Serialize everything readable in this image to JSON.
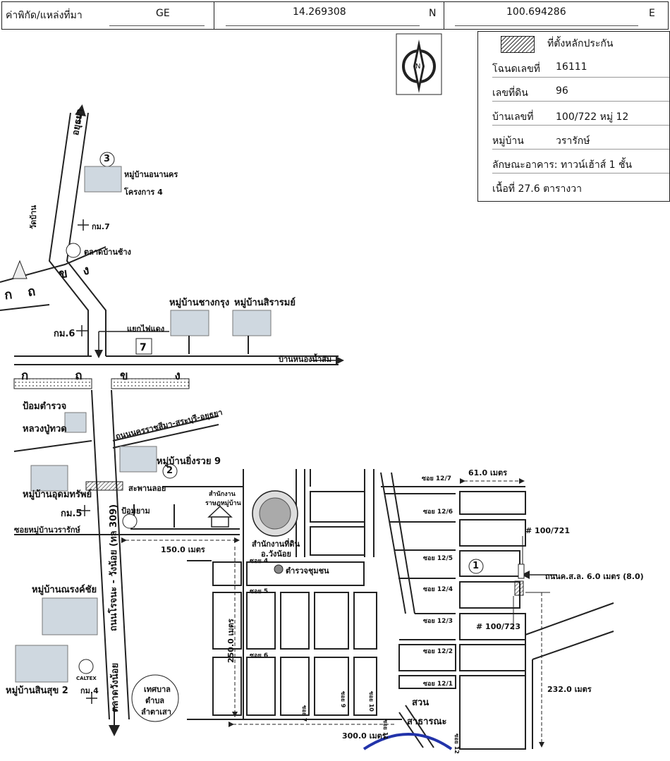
{
  "header": {
    "coord_label": "ค่าพิกัด/แหล่งที่มา",
    "source": "GE",
    "lat": "14.269308",
    "lat_dir": "N",
    "lon": "100.694286",
    "lon_dir": "E"
  },
  "info": {
    "legend_label": "ที่ตั้งหลักประกัน",
    "deed_label": "โฉนดเลขที่",
    "deed": "16111",
    "land_no_label": "เลขที่ดิน",
    "land_no": "96",
    "house_no_label": "บ้านเลขที่",
    "house_no": "100/722 หมู่ 12",
    "village_label": "หมู่บ้าน",
    "village": "วรารักษ์",
    "building_type": "ลักษณะอาคาร: ทาวน์เฮ้าส์ 1 ชั้น",
    "area": "เนื้อที่ 27.6 ตารางวา"
  },
  "compass": {
    "label": "N"
  },
  "map_labels": {
    "ayutthaya": "อยุธยา",
    "wat_ban": "วัดบ้าน",
    "num3": "3",
    "village_anankorn": "หมู่บ้านอนานคร",
    "project4": "โครงการ 4",
    "km7": "กม.7",
    "market_chang": "ตลาดบ้านช้าง",
    "km6": "กม.6",
    "traffic_light": "แยกไฟแดง",
    "village_bangkrung": "หมู่บ้านชางกรุง",
    "village_siraram": "หมู่บ้านสิรารมย์",
    "ban_nong": "บ้านหนองน้ำส้ม",
    "ka_left": "ก  ถ",
    "ka_right": "ข  ง",
    "police_box": "ป้อมตำรวจ",
    "luangpu": "หลวงปู่ทวด",
    "road_nakhon": "ถนนนครราชสีมา-สระบุรี-อยุธยา",
    "village_ying": "หมู่บ้านยิ่งรวย 9",
    "num2": "2",
    "village_udom": "หมู่บ้านอุดมทรัพย์",
    "bridge": "สะพานลอย",
    "office_village": "สำนักงาน",
    "office_village2": "ราษฎหมู่บ้าน",
    "km5": "กม.5",
    "pom_yam": "ป้อมยาม",
    "soi_warrarak": "ซอยหมู่บ้านวรารักษ์",
    "dist150": "150.0 เมตร",
    "land_office": "สำนักงานที่ดิน",
    "land_office2": "อ.วังน้อย",
    "soi4": "ซอย 4",
    "police_chumchon": "ตำรวจชุมชน",
    "soi5": "ซอย 5",
    "soi6": "ซอย 6",
    "dist250": "250.0 เมตร",
    "main_road": "ถนนโรจนะ - วังน้อย (ทล 309)",
    "village_narongchai": "หมู่บ้านณรงค์ชัย",
    "village_sinsuk": "หมู่บ้านสินสุข 2",
    "caltex": "CALTEX",
    "km4": "กม.4",
    "municipality": "เทศบาล",
    "municipality2": "ตำบล",
    "municipality3": "ลำตาเสา",
    "wangnoi_market": "ตลาดวังน้อย",
    "soi7": "ซอย 7",
    "soi9": "ซอย 9",
    "soi10": "ซอย 10",
    "soi11": "ซอย 11",
    "dist300": "300.0 เมตร",
    "park": "สวน",
    "park2": "สาธารณะ",
    "soi12_7": "ซอย 12/7",
    "soi12_6": "ซอย 12/6",
    "soi12_5": "ซอย 12/5",
    "soi12_4": "ซอย 12/4",
    "soi12_3": "ซอย 12/3",
    "soi12_2": "ซอย 12/2",
    "soi12_1": "ซอย 12/1",
    "soi12": "ซอย 12",
    "dist61": "61.0 เมตร",
    "h721": "# 100/721",
    "h723": "# 100/723",
    "num1": "1",
    "road_width": "ถนนค.ส.ล. 6.0 เมตร (8.0)",
    "dist232": "232.0 เมตร"
  }
}
